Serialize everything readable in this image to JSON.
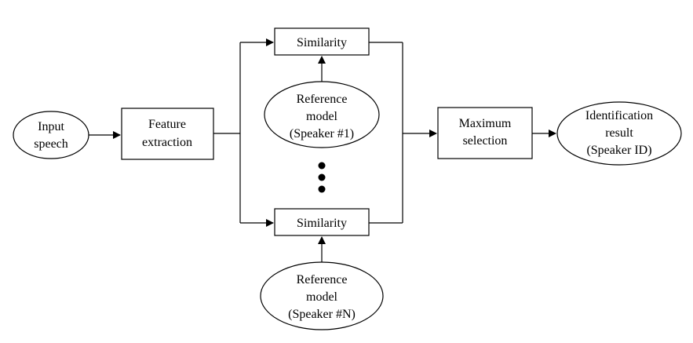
{
  "diagram": {
    "input": [
      "Input",
      "speech"
    ],
    "feature": [
      "Feature",
      "extraction"
    ],
    "similarity_1": "Similarity",
    "similarity_n": "Similarity",
    "ref_1": [
      "Reference",
      "model",
      "(Speaker #1)"
    ],
    "ref_n": [
      "Reference",
      "model",
      "(Speaker #N)"
    ],
    "maximum": [
      "Maximum",
      "selection"
    ],
    "result": [
      "Identification",
      "result",
      "(Speaker ID)"
    ]
  }
}
